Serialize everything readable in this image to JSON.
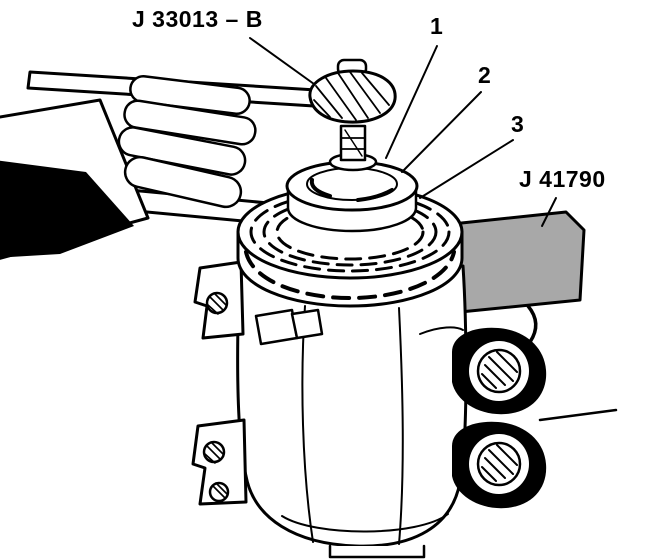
{
  "figure": {
    "labels": {
      "tool_upper": "J 33013 – B",
      "callout_1": "1",
      "callout_2": "2",
      "callout_3": "3",
      "fixture_right": "J 41790"
    },
    "colors": {
      "line": "#000000",
      "background": "#ffffff",
      "fixture_gray": "#a8a8a8"
    }
  }
}
